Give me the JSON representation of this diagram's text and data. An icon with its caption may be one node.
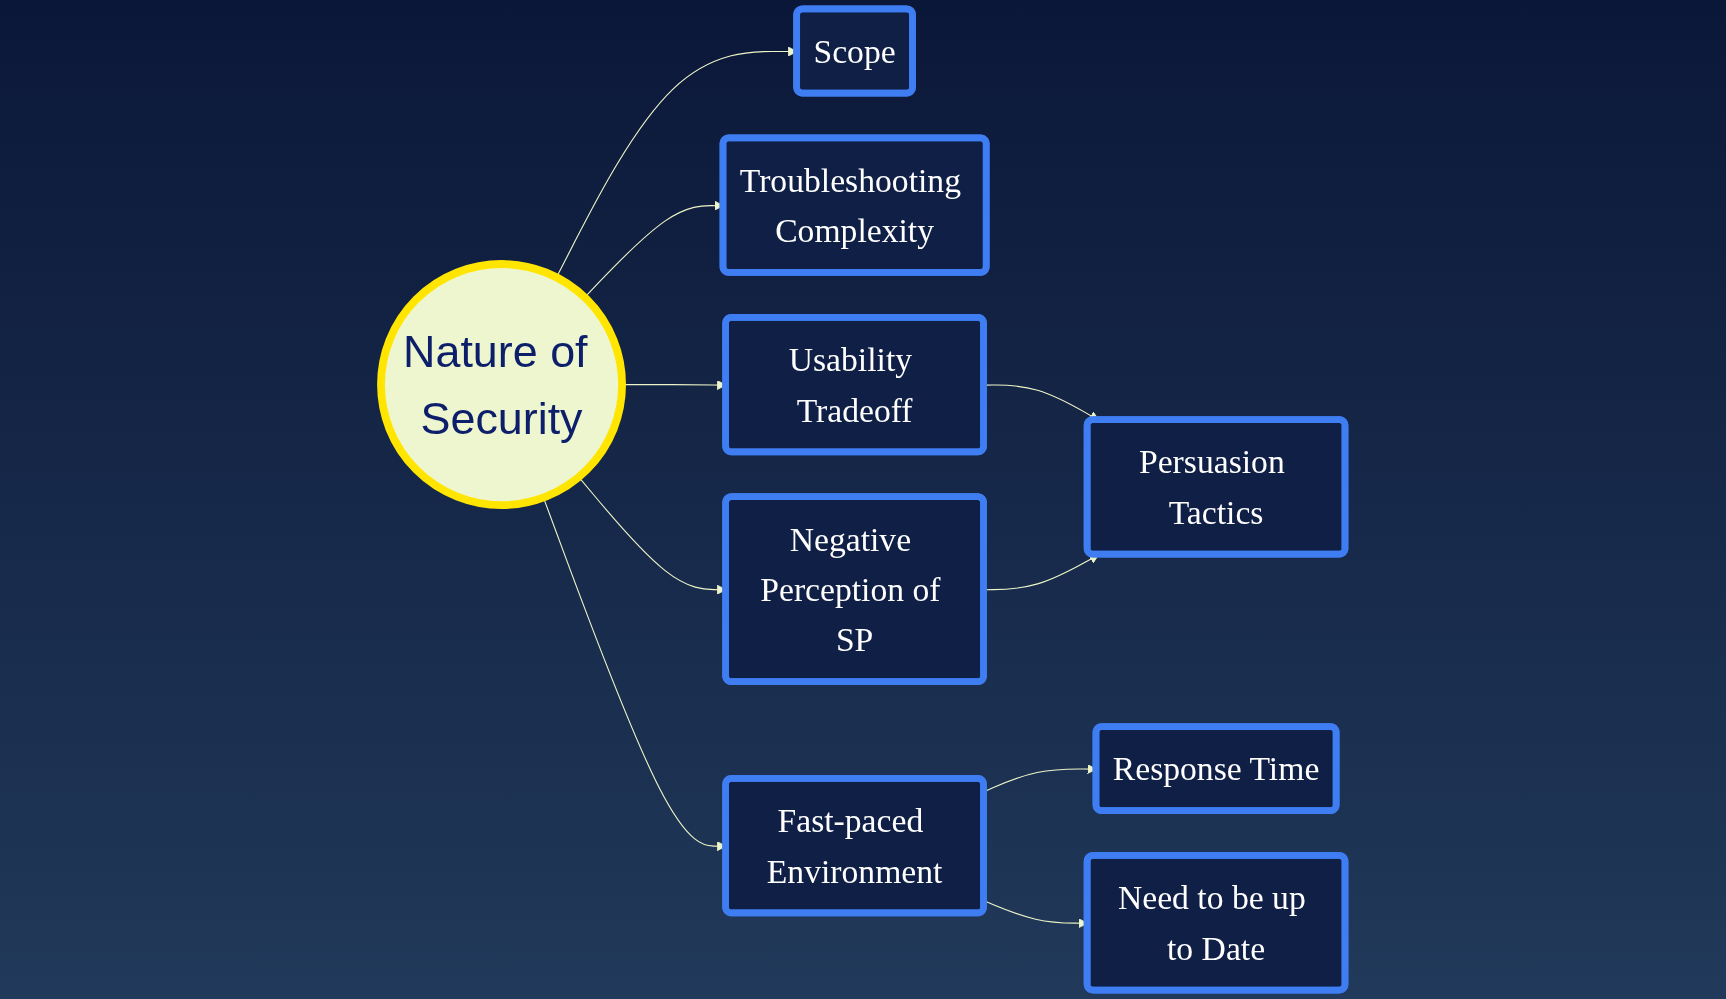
{
  "diagram": {
    "nodes": [
      {
        "text": [
          "Nature of Security"
        ]
      },
      {
        "text": [
          "Scope"
        ]
      },
      {
        "text": [
          "Troubleshooting Complexity"
        ]
      },
      {
        "text": [
          "Usability Tradeoff"
        ]
      },
      {
        "text": [
          "Fast-paced Environment"
        ]
      },
      {
        "text": [
          "Negative Perception of SP"
        ]
      },
      {
        "text": [
          "Response Time"
        ]
      },
      {
        "text": [
          "Persuasion Tactics"
        ]
      },
      {
        "text": [
          "Need to be up to Date"
        ]
      }
    ],
    "edges": [
      {
        "from": 0,
        "to": 1,
        "arrow": "to"
      },
      {
        "from": 0,
        "to": 2,
        "arrow": "to"
      },
      {
        "from": 0,
        "to": 3,
        "arrow": "to"
      },
      {
        "from": 0,
        "to": 4,
        "arrow": "to"
      },
      {
        "from": 0,
        "to": 5,
        "arrow": "to"
      },
      {
        "from": 3,
        "to": 7,
        "arrow": "to"
      },
      {
        "from": 5,
        "to": 7,
        "arrow": "to"
      },
      {
        "from": 4,
        "to": 6,
        "arrow": "to"
      },
      {
        "from": 4,
        "to": 8,
        "arrow": "to"
      }
    ]
  }
}
